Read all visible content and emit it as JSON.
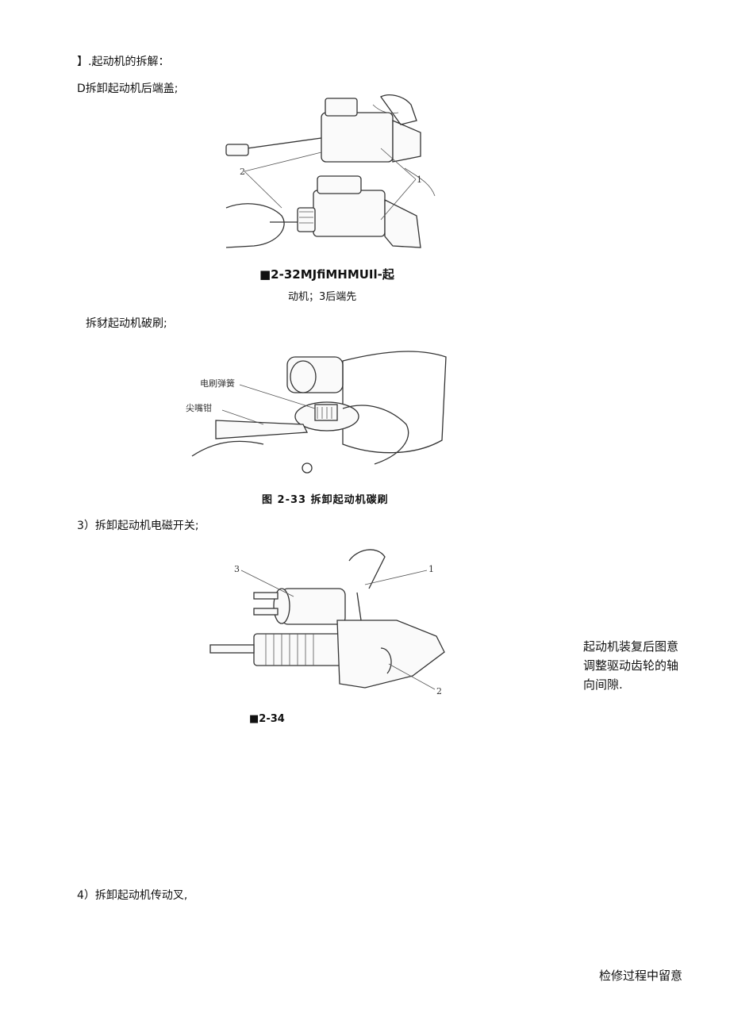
{
  "heading": "】.起动机的拆解：",
  "steps": [
    {
      "text": "D拆卸起动机后端盖;"
    },
    {
      "text": "拆豺起动机破刷;"
    },
    {
      "text": "3）拆卸起动机电磁开关;"
    },
    {
      "text": "4）拆卸起动机传动叉,"
    }
  ],
  "figures": [
    {
      "caption_line1": "■2-32MJfiMHMUIl-起",
      "caption_line2": "动机；3后端先",
      "callouts": [
        "2",
        "1"
      ]
    },
    {
      "caption": "图 2-33    拆卸起动机碳刷",
      "callouts": [
        "电刷弹簧",
        "尖嘴钳"
      ]
    },
    {
      "caption": "■2-34",
      "callouts": [
        "3",
        "1",
        "2"
      ]
    }
  ],
  "side_note": {
    "lines": [
      "起动机装复后图意",
      "调整驱动齿轮的轴",
      "向间隙."
    ]
  },
  "footer_note": "检修过程中留意"
}
